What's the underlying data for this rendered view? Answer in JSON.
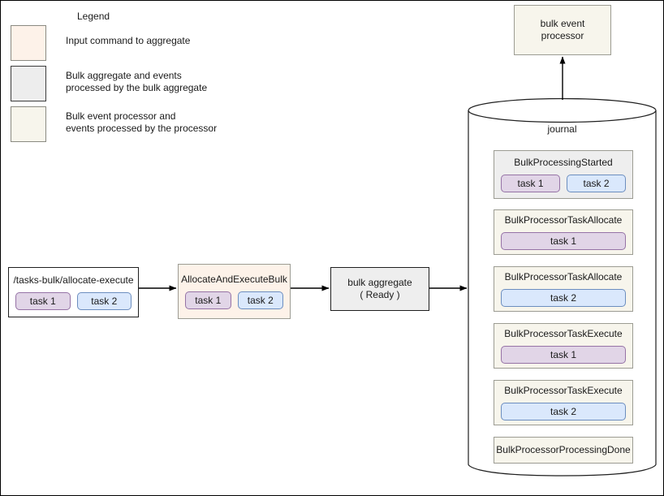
{
  "legend": {
    "title": "Legend",
    "items": [
      {
        "swatch": "input-command-swatch",
        "label": "Input command to aggregate"
      },
      {
        "swatch": "bulk-aggregate-swatch",
        "label": "Bulk aggregate and events\nprocessed by the bulk aggregate"
      },
      {
        "swatch": "bulk-event-processor-swatch",
        "label": "Bulk event processor and\nevents processed by the processor"
      }
    ]
  },
  "flow": {
    "command": {
      "title": "/tasks-bulk/allocate-execute",
      "tasks": [
        "task 1",
        "task 2"
      ]
    },
    "aggregate_command": {
      "title": "AllocateAndExecuteBulk",
      "tasks": [
        "task 1",
        "task 2"
      ]
    },
    "aggregate": {
      "title": "bulk aggregate",
      "state": "( Ready )"
    }
  },
  "processor": {
    "title": "bulk event\nprocessor",
    "line1": "bulk event",
    "line2": "processor"
  },
  "journal": {
    "label": "journal",
    "events": [
      {
        "name": "BulkProcessingStarted",
        "tasks": [
          "task 1",
          "task 2"
        ],
        "style": "aggregate-event"
      },
      {
        "name": "BulkProcessorTaskAllocate",
        "tasks": [
          "task 1"
        ],
        "style": "processor"
      },
      {
        "name": "BulkProcessorTaskAllocate",
        "tasks": [
          "task 2"
        ],
        "style": "processor"
      },
      {
        "name": "BulkProcessorTaskExecute",
        "tasks": [
          "task 1"
        ],
        "style": "processor"
      },
      {
        "name": "BulkProcessorTaskExecute",
        "tasks": [
          "task 2"
        ],
        "style": "processor"
      },
      {
        "name": "BulkProcessorProcessingDone",
        "tasks": [],
        "style": "processor"
      }
    ]
  },
  "colors": {
    "task1_fill": "#e1d5e7",
    "task1_stroke": "#9673a6",
    "task2_fill": "#dae8fc",
    "task2_stroke": "#6c8ebf",
    "command_fill": "#fdf2e9",
    "aggregate_fill": "#eeeeee",
    "processor_fill": "#f7f5ec",
    "stroke_dark": "#1f1f1f",
    "stroke_gray": "#9c9c93"
  }
}
